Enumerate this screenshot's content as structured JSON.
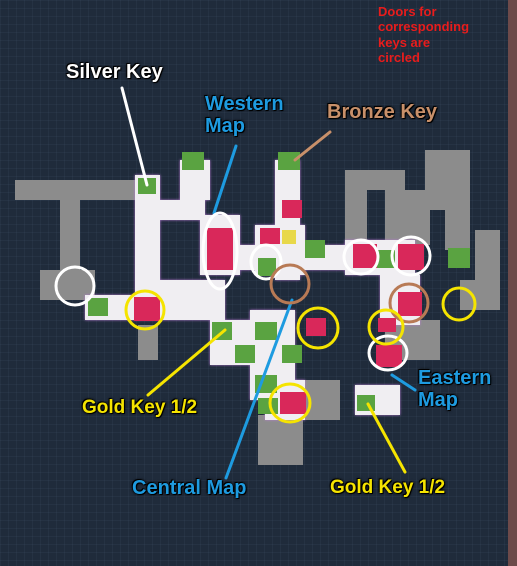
{
  "note": {
    "text": "Doors for\ncorresponding\nkeys are\ncircled",
    "color": "#e81c1c"
  },
  "labels": {
    "silver_key": "Silver Key",
    "western_map": "Western\nMap",
    "bronze_key": "Bronze Key",
    "gold_key_left": "Gold Key 1/2",
    "central_map": "Central Map",
    "eastern_map": "Eastern\nMap",
    "gold_key_right": "Gold Key 1/2"
  },
  "colors": {
    "white_label": "#ffffff",
    "blue_label": "#1e9be0",
    "bronze_label": "#c8906a",
    "yellow_label": "#f5e400",
    "white_circle": "#ffffff",
    "yellow_circle": "#f5e400",
    "bronze_circle": "#b87a55",
    "explored_room": "#f0eef2",
    "unexplored_room": "#8c8c8c",
    "room_outline": "#b57ad2",
    "chest_fill": "#d9285a",
    "grass_tile": "#5aa341",
    "background": "#1f2b3b"
  },
  "icons": [
    "treasure-chest-icon",
    "grass-tile-icon"
  ]
}
